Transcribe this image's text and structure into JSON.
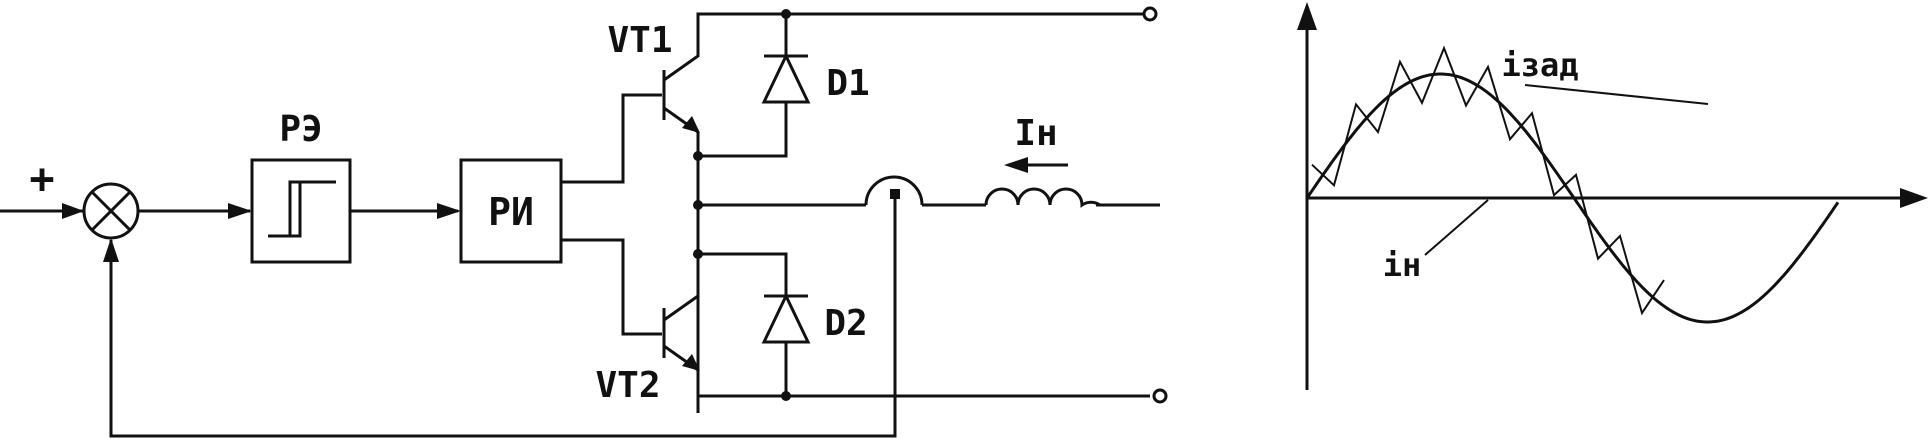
{
  "circuit": {
    "plus_sign": "+",
    "relay_element_label": "РЭ",
    "pulse_distributor_label": "РИ",
    "transistor_top_label": "VT1",
    "transistor_bottom_label": "VT2",
    "diode_top_label": "D1",
    "diode_bottom_label": "D2",
    "load_current_label": "Iн"
  },
  "waveform": {
    "reference_current_label": "iзад",
    "load_current_label": "iн"
  }
}
